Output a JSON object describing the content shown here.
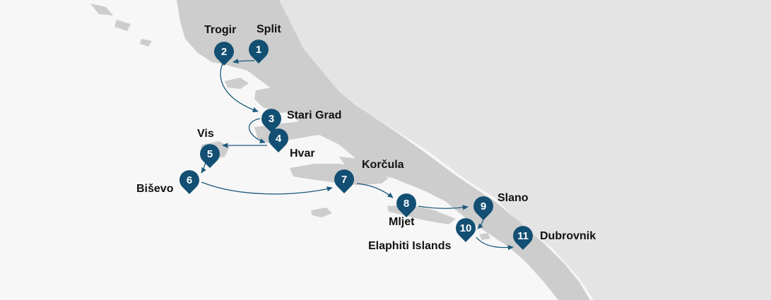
{
  "colors": {
    "sea": "#f7f7f7",
    "land": "#cdcdcd",
    "far_land": "#e4e4e4",
    "marker": "#124f73",
    "route": "#1c5a7c",
    "label": "#111111"
  },
  "stops": [
    {
      "number": "1",
      "name": "Split"
    },
    {
      "number": "2",
      "name": "Trogir"
    },
    {
      "number": "3",
      "name": "Stari Grad"
    },
    {
      "number": "4",
      "name": "Hvar"
    },
    {
      "number": "5",
      "name": "Vis"
    },
    {
      "number": "6",
      "name": "Biševo"
    },
    {
      "number": "7",
      "name": "Korčula"
    },
    {
      "number": "8",
      "name": "Mljet"
    },
    {
      "number": "9",
      "name": "Slano"
    },
    {
      "number": "10",
      "name": "Elaphiti Islands"
    },
    {
      "number": "11",
      "name": "Dubrovnik"
    }
  ]
}
